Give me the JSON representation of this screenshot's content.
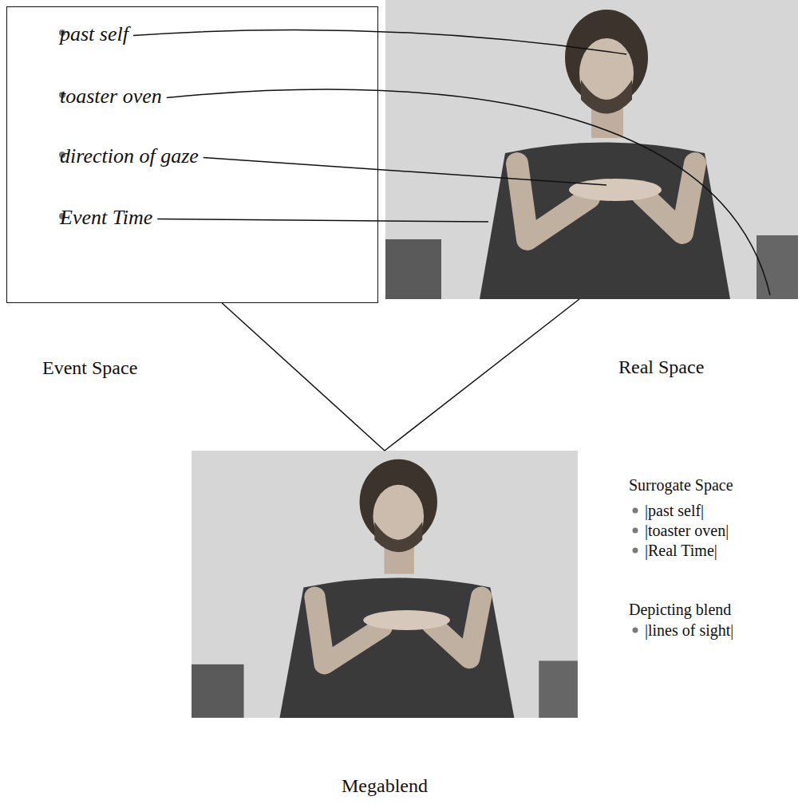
{
  "diagram": {
    "nodes": [
      {
        "text": [
          "past self",
          "toaster oven",
          "direction of gaze",
          "Event Time",
          "Event Space"
        ]
      },
      {
        "text": [
          "Real Space"
        ]
      },
      {
        "text": [
          "Megablend"
        ]
      }
    ],
    "edges": [
      {
        "from": 0,
        "to": 2,
        "arrow": "none"
      },
      {
        "from": 1,
        "to": 2,
        "arrow": "none"
      }
    ],
    "labels": [
      "Surrogate Space",
      "|past self|",
      "|toaster oven|",
      "|Real Time|",
      "Depicting blend",
      "|lines of sight|"
    ]
  }
}
